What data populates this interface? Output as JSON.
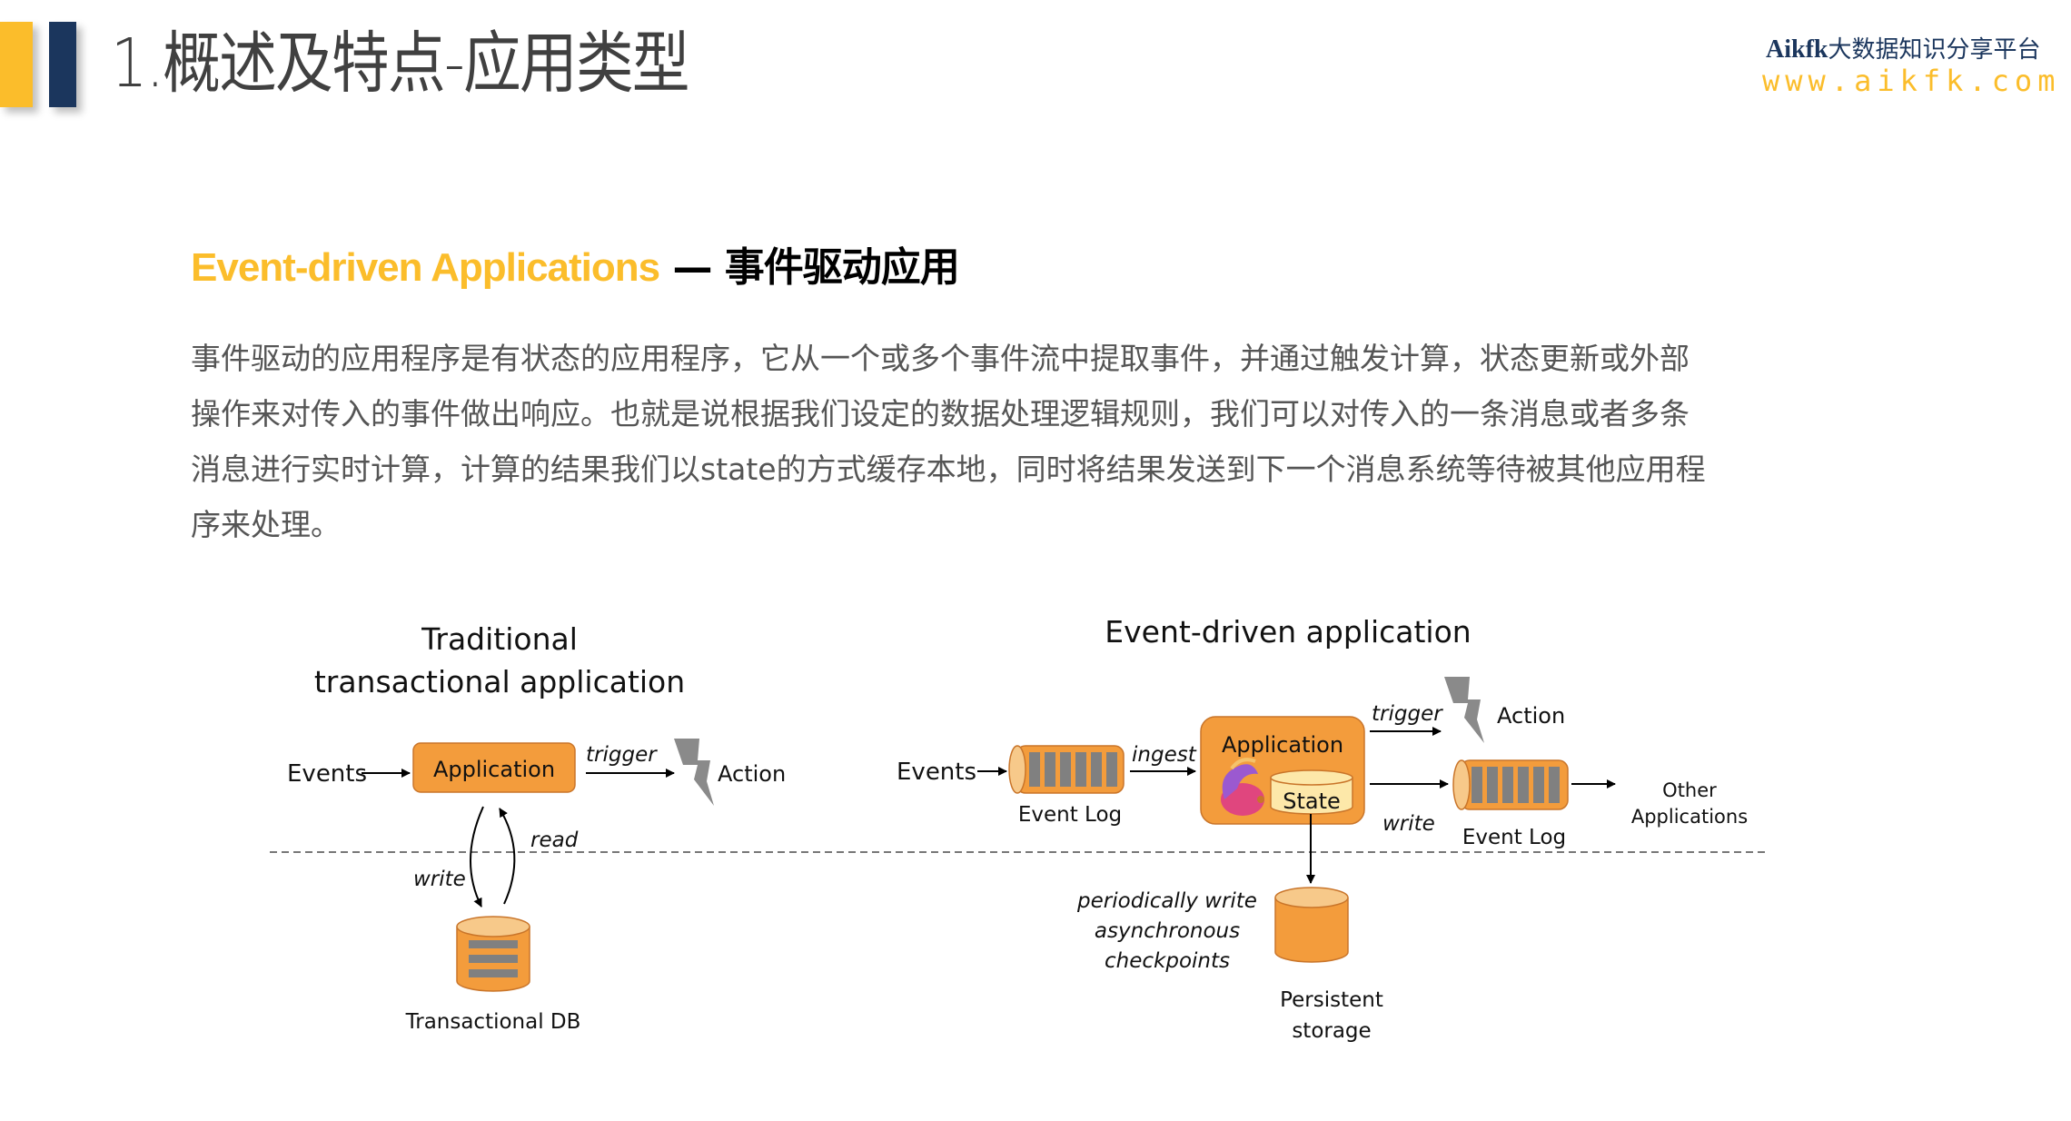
{
  "header": {
    "title": "1.概述及特点-应用类型",
    "accent_colors": {
      "yellow": "#fbbd2b",
      "navy": "#1b365d"
    }
  },
  "logo": {
    "brand": "Aikfk",
    "tagline": "大数据知识分享平台",
    "url": "www.aikfk.com"
  },
  "section": {
    "heading_en": "Event-driven Applications",
    "heading_sep": " — ",
    "heading_zh": "事件驱动应用",
    "paragraph_lines": [
      "事件驱动的应用程序是有状态的应用程序，它从一个或多个事件流中提取事件，并通过触发计算，状态更新或外部",
      "操作来对传入的事件做出响应。也就是说根据我们设定的数据处理逻辑规则，我们可以对传入的一条消息或者多条",
      "消息进行实时计算，计算的结果我们以state的方式缓存本地，同时将结果发送到下一个消息系统等待被其他应用程",
      "序来处理。"
    ]
  },
  "diagram": {
    "colors": {
      "box": "#f39c3c",
      "box_light": "#f7c98a",
      "state": "#fde8a9",
      "gray": "#808080"
    },
    "traditional": {
      "title_line1": "Traditional",
      "title_line2": "transactional application",
      "events": "Events",
      "application": "Application",
      "trigger": "trigger",
      "action": "Action",
      "read": "read",
      "write": "write",
      "db": "Transactional DB"
    },
    "event_driven": {
      "title": "Event-driven application",
      "events": "Events",
      "event_log_in": "Event Log",
      "ingest": "ingest",
      "application": "Application",
      "state": "State",
      "trigger": "trigger",
      "action": "Action",
      "write": "write",
      "event_log_out": "Event Log",
      "other_line1": "Other",
      "other_line2": "Applications",
      "checkpoint_line1": "periodically write",
      "checkpoint_line2": "asynchronous",
      "checkpoint_line3": "checkpoints",
      "storage_line1": "Persistent",
      "storage_line2": "storage"
    }
  }
}
